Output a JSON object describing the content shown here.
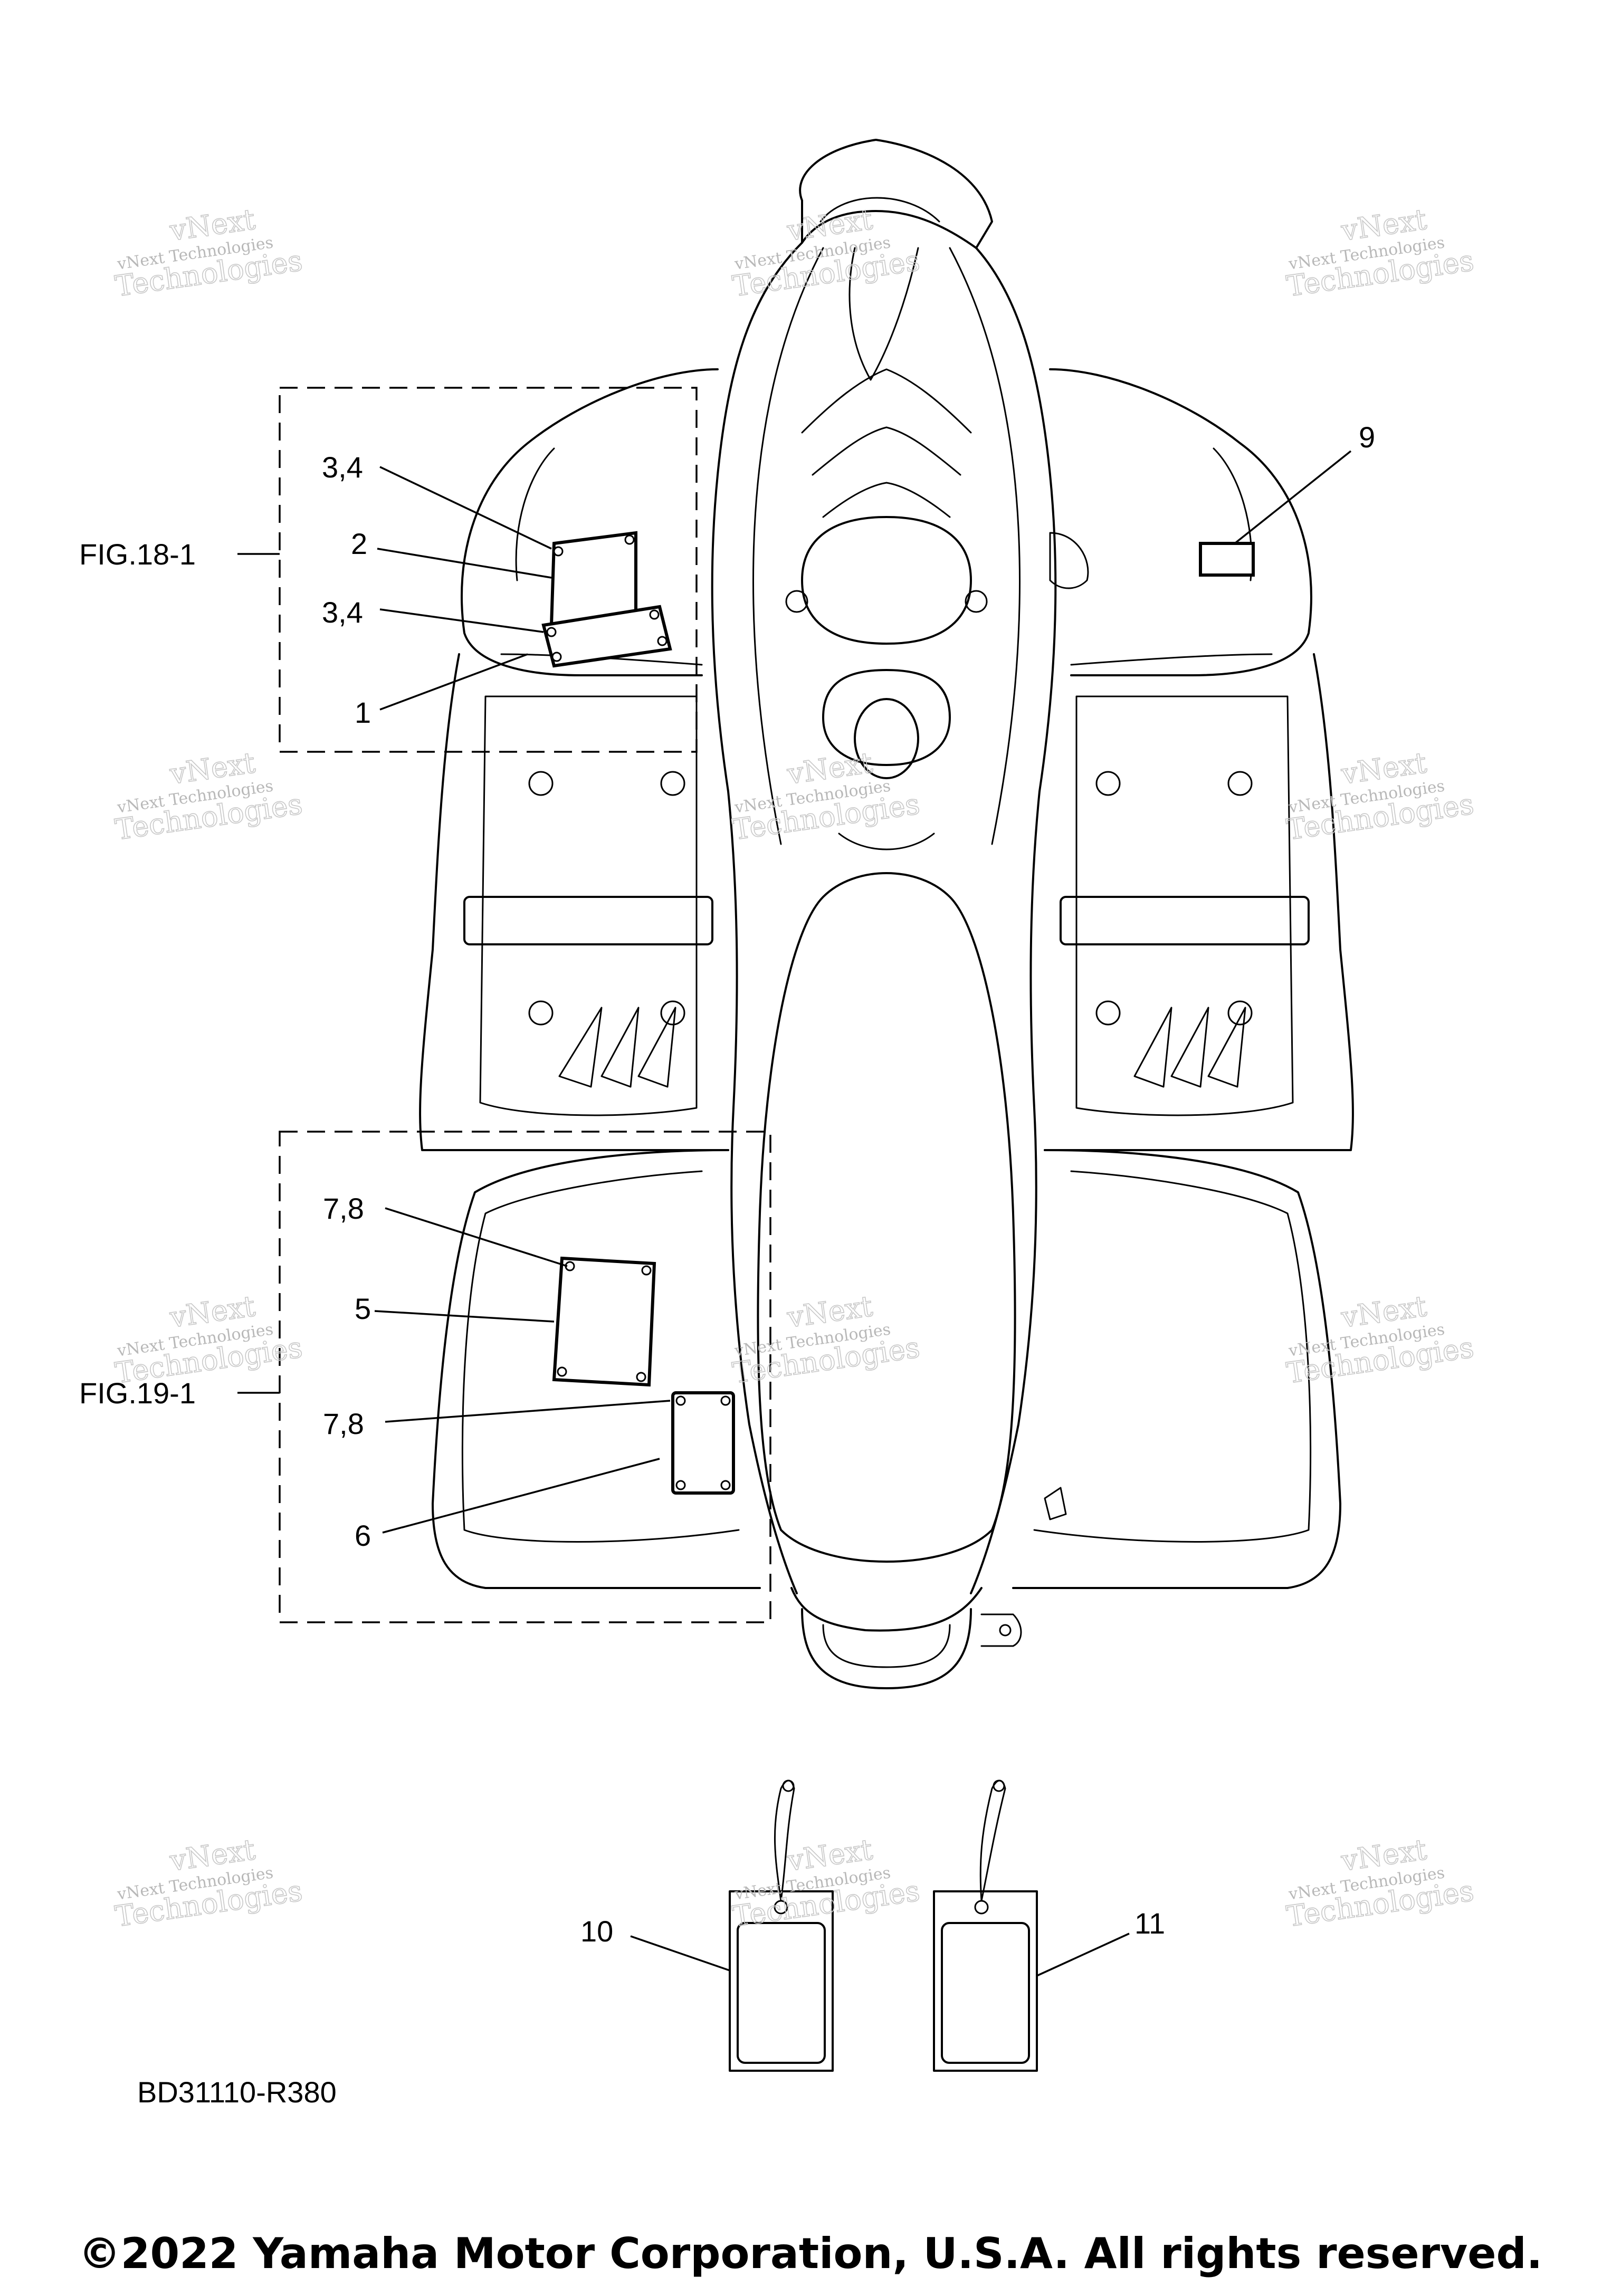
{
  "callouts": {
    "c34a": "3,4",
    "c2": "2",
    "c34b": "3,4",
    "c1": "1",
    "c9": "9",
    "c78a": "7,8",
    "c5": "5",
    "c78b": "7,8",
    "c6": "6",
    "c10": "10",
    "c11": "11"
  },
  "figure_refs": {
    "fig18": "FIG.18-1",
    "fig19": "FIG.19-1"
  },
  "diagram_code": "BD31110-R380",
  "watermark": {
    "line1": "vNext Technologies",
    "line2": "vNext",
    "line3": "Technologies"
  },
  "copyright": "©2022 Yamaha Motor Corporation, U.S.A. All rights reserved."
}
